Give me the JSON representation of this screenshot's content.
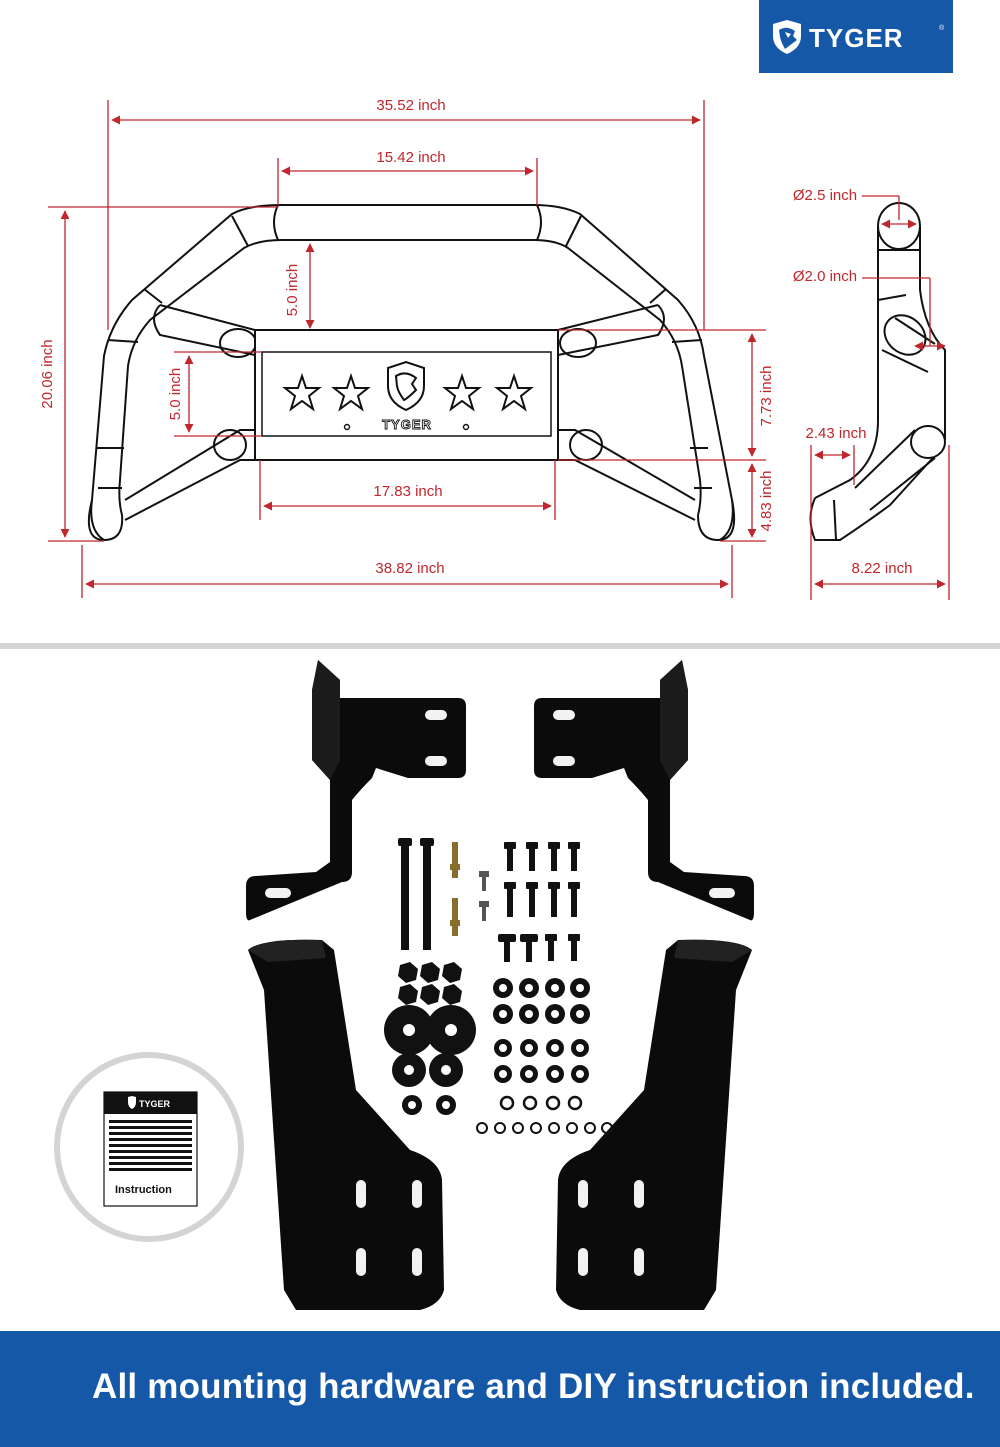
{
  "brand": {
    "name": "TYGER",
    "color": "#1558a8"
  },
  "front_view": {
    "dimensions": {
      "top_outer_width": "35.52 inch",
      "top_inner_width": "15.42 inch",
      "total_height": "20.06 inch",
      "upper_gap": "5.0 inch",
      "plate_gap": "5.0 inch",
      "plate_height": "7.73 inch",
      "lower_height": "4.83 inch",
      "plate_width": "17.83 inch",
      "bottom_width": "38.82 inch"
    },
    "plate": {
      "stars": 4,
      "label": "TYGER"
    }
  },
  "side_view": {
    "dimensions": {
      "main_tube_diameter": "Ø2.5 inch",
      "cross_tube_diameter": "Ø2.0 inch",
      "offset": "2.43 inch",
      "depth": "8.22 inch"
    }
  },
  "hardware": {
    "manual_brand": "TYGER",
    "manual_label": "Instruction"
  },
  "banner": {
    "text": "All mounting hardware and DIY instruction included."
  },
  "colors": {
    "dimension_red": "#c0272d",
    "banner_blue": "#1558a8",
    "bracket_black": "#0a0a0a",
    "divider_gray": "#d6d6d6"
  }
}
